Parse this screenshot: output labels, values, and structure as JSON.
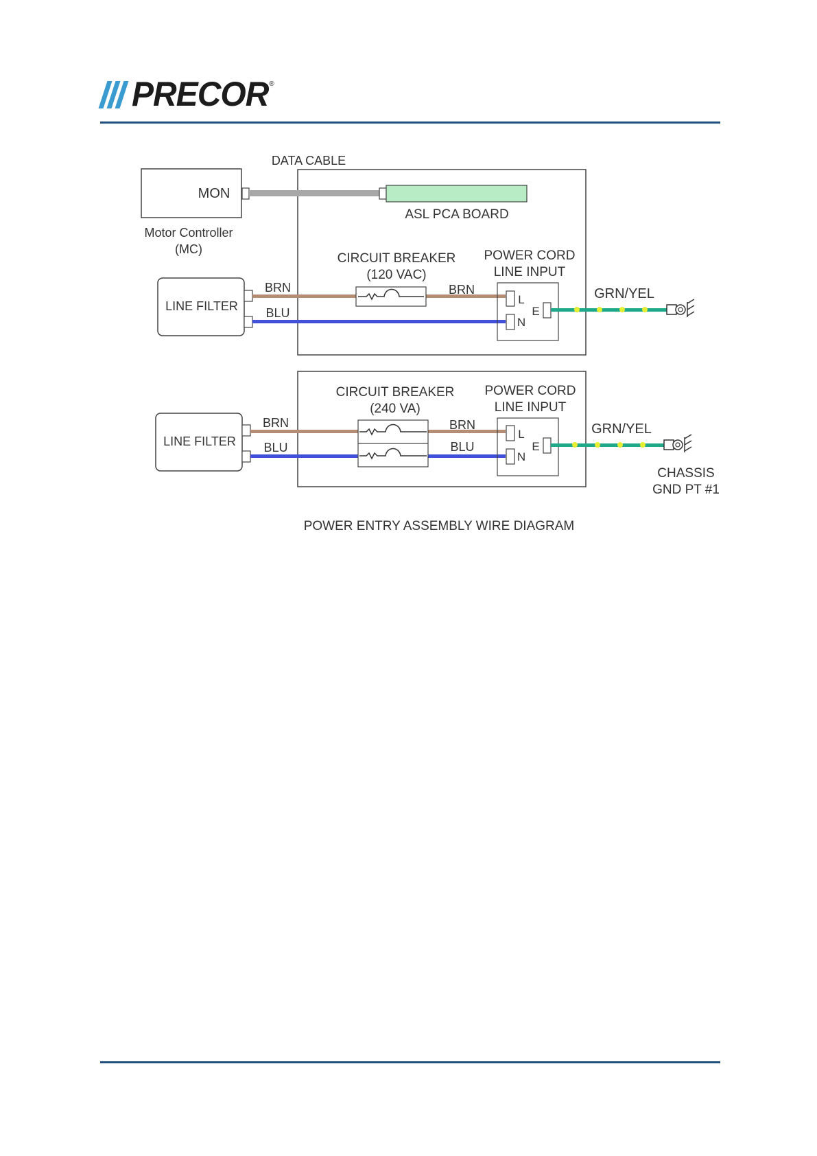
{
  "brand": {
    "name": "PRECOR",
    "registered_mark": "®",
    "accent_color": "#3a9bd0",
    "rule_color": "#1f4f7a"
  },
  "diagram": {
    "caption": "POWER ENTRY ASSEMBLY WIRE DIAGRAM",
    "top": {
      "data_cable_label": "DATA CABLE",
      "mon_label": "MON",
      "motor_controller_line1": "Motor Controller",
      "motor_controller_line2": "(MC)",
      "asl_board_label": "ASL PCA BOARD",
      "line_filter_label": "LINE FILTER",
      "circuit_breaker_line1": "CIRCUIT BREAKER",
      "circuit_breaker_line2": "(120 VAC)",
      "power_cord_line1": "POWER CORD",
      "power_cord_line2": "LINE INPUT",
      "brn_in": "BRN",
      "blu_in": "BLU",
      "brn_out": "BRN",
      "terminal_l": "L",
      "terminal_n": "N",
      "terminal_e": "E",
      "ground_wire_label": "GRN/YEL"
    },
    "bottom": {
      "line_filter_label": "LINE FILTER",
      "circuit_breaker_line1": "CIRCUIT BREAKER",
      "circuit_breaker_line2": "(240 VA)",
      "power_cord_line1": "POWER CORD",
      "power_cord_line2": "LINE INPUT",
      "brn_in": "BRN",
      "blu_in": "BLU",
      "brn_out": "BRN",
      "blu_out": "BLU",
      "terminal_l": "L",
      "terminal_n": "N",
      "terminal_e": "E",
      "ground_wire_label": "GRN/YEL",
      "chassis_line1": "CHASSIS",
      "chassis_line2": "GND PT #1"
    },
    "colors": {
      "brown_wire": "#b58d73",
      "blue_wire": "#3f51d9",
      "ground_wire": "#1fa889",
      "ground_dots": "#e6ee33",
      "data_cable": "#a8a8a8",
      "board_fill": "#b8ecc4"
    }
  }
}
